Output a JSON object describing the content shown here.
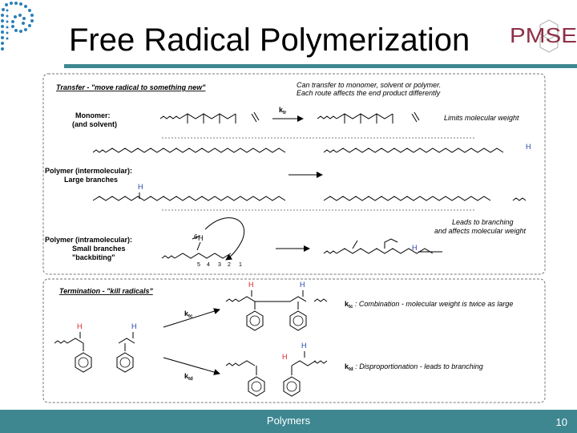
{
  "title": "Free Radical Polymerization",
  "logo_text": "PMSE",
  "footer": {
    "label": "Polymers",
    "page": "10"
  },
  "transfer": {
    "heading": "Transfer - \"move radical to something new\"",
    "note1": "Can transfer to monomer, solvent or polymer.",
    "note2": "Each route affects the end product differently",
    "monomer_label1": "Monomer:",
    "monomer_label2": "(and solvent)",
    "k_tr": "k",
    "k_tr_sub": "tr",
    "limits_note": "Limits molecular weight",
    "inter_label1": "Polymer (intermolecular):",
    "inter_label2": "Large branches",
    "intra_label1": "Polymer (intramolecular):",
    "intra_label2": "Small branches",
    "intra_label3": "\"backbiting\"",
    "branching_note1": "Leads to branching",
    "branching_note2": "and affects molecular weight",
    "h": "H",
    "six": "6",
    "positions": [
      "5",
      "4",
      "3",
      "2",
      "1"
    ]
  },
  "termination": {
    "heading": "Termination - \"kill radicals\"",
    "k_tc": "k",
    "k_tc_sub": "tc",
    "k_td": "k",
    "k_td_sub": "td",
    "comb_note": " : Combination - molecular weight is twice as large",
    "disp_note": " : Disproportionation - leads to branching",
    "h": "H"
  },
  "colors": {
    "accent": "#3e8791",
    "red_h": "#d62020",
    "blue_h": "#1f3fa8",
    "pmse_text": "#8e2f47"
  }
}
